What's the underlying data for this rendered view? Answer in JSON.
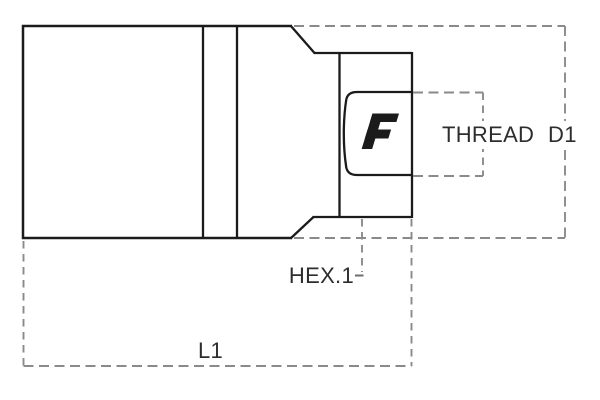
{
  "diagram": {
    "kind": "technical-dimension-drawing",
    "subject": "socket-adapter-side-view",
    "labels": {
      "thread": "THREAD",
      "d1": "D1",
      "hex1": "HEX.1",
      "l1": "L1"
    },
    "logo": "F",
    "colors": {
      "solid_line": "#1b1b1b",
      "dashed_line": "#8a8a8a",
      "text": "#2d2d2d",
      "background": "#ffffff"
    }
  }
}
